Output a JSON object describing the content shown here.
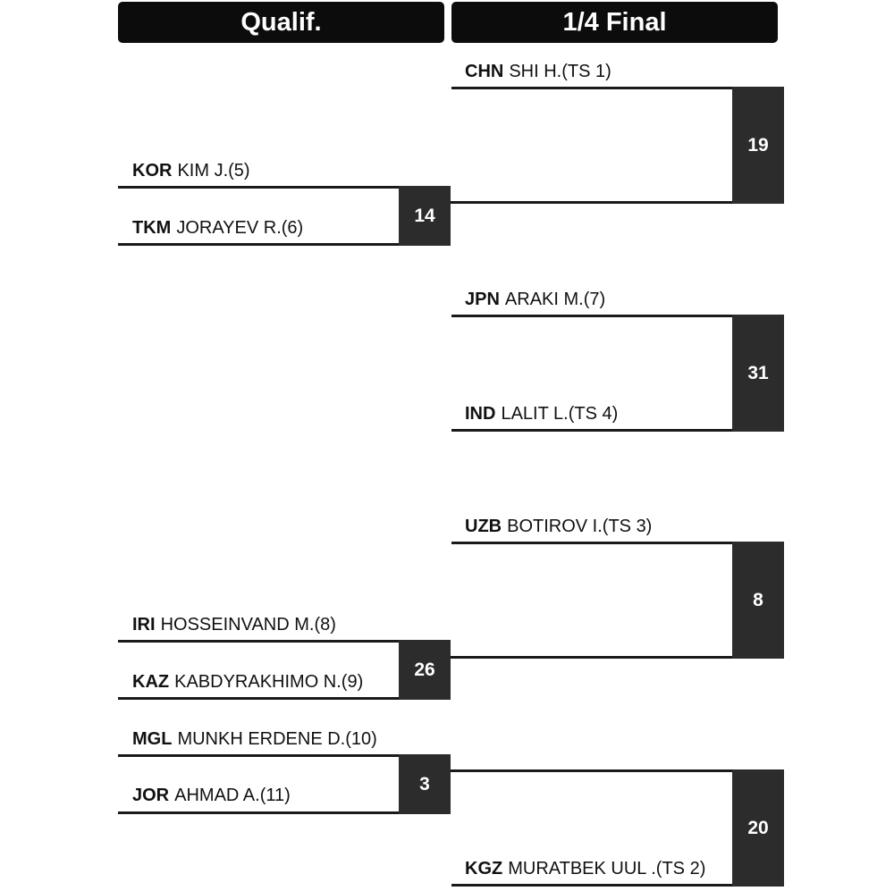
{
  "headers": {
    "qualif": "Qualif.",
    "quarter": "1/4 Final"
  },
  "qualif_matches": [
    {
      "score": "14",
      "top": {
        "country": "KOR",
        "name": "KIM J.(5)"
      },
      "bottom": {
        "country": "TKM",
        "name": "JORAYEV R.(6)"
      }
    },
    {
      "score": "26",
      "top": {
        "country": "IRI",
        "name": "HOSSEINVAND M.(8)"
      },
      "bottom": {
        "country": "KAZ",
        "name": "KABDYRAKHIMO N.(9)"
      }
    },
    {
      "score": "3",
      "top": {
        "country": "MGL",
        "name": "MUNKH ERDENE D.(10)"
      },
      "bottom": {
        "country": "JOR",
        "name": "AHMAD A.(11)"
      }
    }
  ],
  "quarter_matches": [
    {
      "score": "19",
      "top": {
        "country": "CHN",
        "name": "SHI H.(TS 1)"
      }
    },
    {
      "score": "31",
      "top": {
        "country": "JPN",
        "name": "ARAKI M.(7)"
      },
      "bottom": {
        "country": "IND",
        "name": "LALIT L.(TS 4)"
      }
    },
    {
      "score": "8",
      "top": {
        "country": "UZB",
        "name": "BOTIROV I.(TS 3)"
      }
    },
    {
      "score": "20",
      "bottom": {
        "country": "KGZ",
        "name": "MURATBEK UUL .(TS 2)"
      }
    }
  ]
}
